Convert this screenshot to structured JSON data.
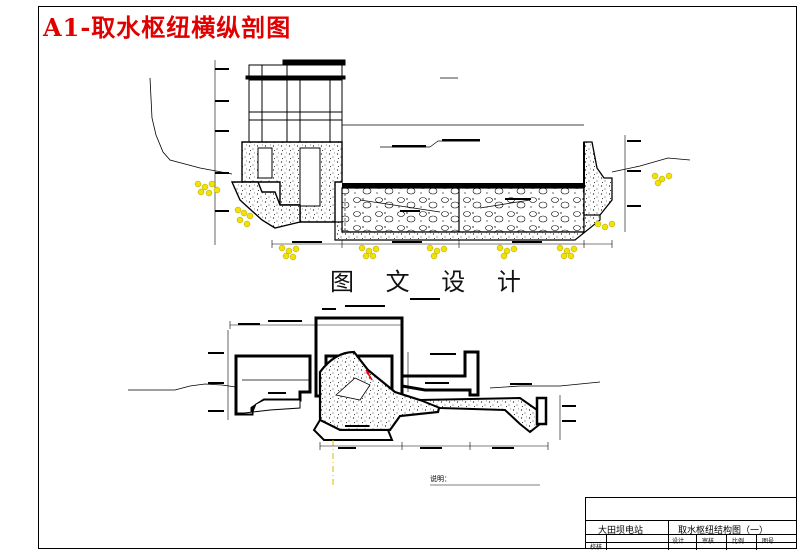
{
  "sheet": {
    "title": "A1-取水枢纽横纵剖图",
    "watermark": "图 文 设 计",
    "note_label": "说明："
  },
  "title_block": {
    "project": "大田坝电站",
    "drawing_title": "取水枢纽结构图（一）",
    "row_labels": [
      "设计",
      "审核",
      "比例",
      "图号"
    ],
    "bottom_left": "校核"
  },
  "colors": {
    "title_red": "#e00000",
    "line": "#000000",
    "concrete_fill": "#d9d9d9",
    "gravel_yellow": "#f2e200",
    "leader_red": "#e00000",
    "centerline_yellow": "#d8b800"
  }
}
